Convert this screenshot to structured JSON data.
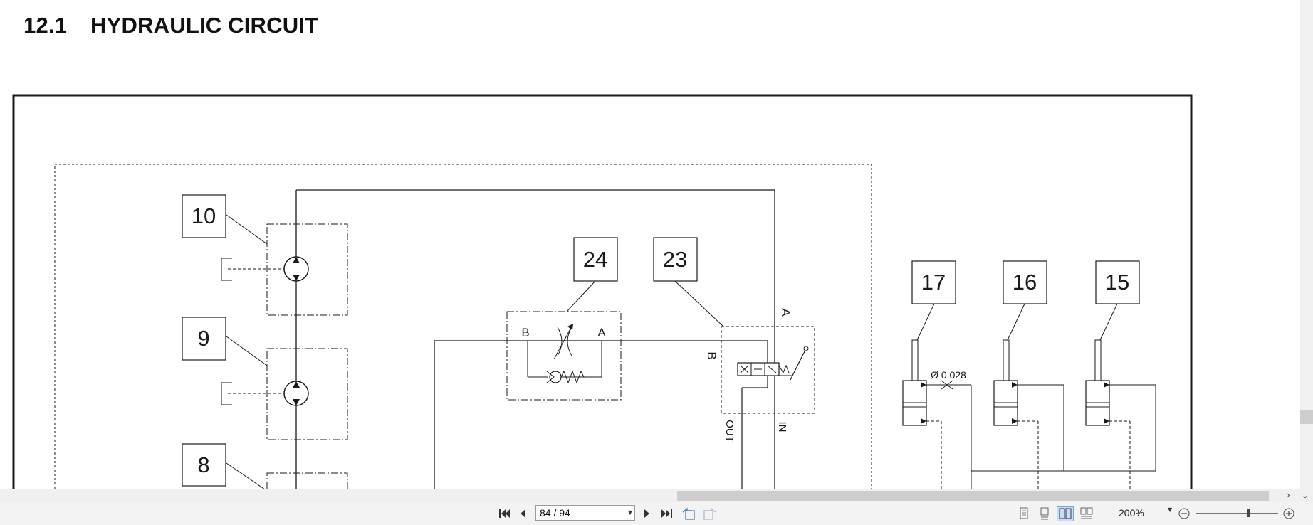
{
  "document": {
    "section_number": "12.1",
    "section_title": "HYDRAULIC CIRCUIT"
  },
  "diagram": {
    "callouts": [
      "10",
      "9",
      "8",
      "24",
      "23",
      "17",
      "16",
      "15"
    ],
    "port_labels": {
      "b_left": "B",
      "a_left": "A",
      "a_valve": "A",
      "b_valve": "B",
      "out": "OUT",
      "in": "IN"
    },
    "orifice_label": "Ø 0.028"
  },
  "toolbar": {
    "page_value": "84 / 94",
    "zoom_value": "200%",
    "icons": {
      "first_page": "first-page-icon",
      "prev_page": "previous-page-icon",
      "next_page": "next-page-icon",
      "last_page": "last-page-icon",
      "prev_view": "previous-view-icon",
      "next_view": "next-view-icon",
      "single_page": "single-page-icon",
      "continuous": "continuous-page-icon",
      "two_page": "two-page-icon",
      "two_page_continuous": "two-page-continuous-icon",
      "zoom_out": "zoom-out-icon",
      "zoom_in": "zoom-in-icon"
    }
  }
}
